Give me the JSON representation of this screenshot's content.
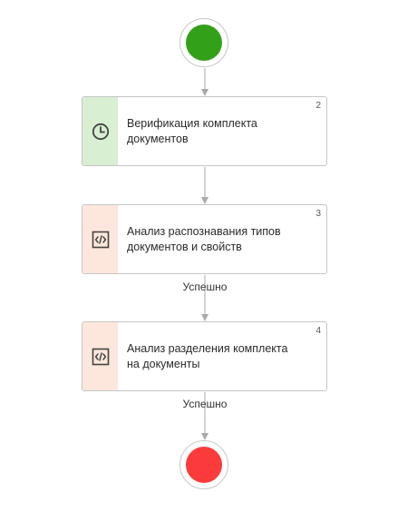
{
  "colors": {
    "start_fill": "#33a01a",
    "end_fill": "#fb3b3b",
    "timer_strip": "#d8efd2",
    "script_strip": "#fde7dc",
    "connector": "#aaaaaa",
    "icon": "#444444"
  },
  "nodes": [
    {
      "type": "start-event",
      "name": "start"
    },
    {
      "type": "timer-task",
      "number": "2",
      "title_lines": [
        "Верификация комплекта",
        "документов"
      ],
      "icon": "clock-icon"
    },
    {
      "type": "script-task",
      "number": "3",
      "title_lines": [
        "Анализ распознавания типов",
        "документов и свойств"
      ],
      "icon": "code-icon"
    },
    {
      "type": "script-task",
      "number": "4",
      "title_lines": [
        "Анализ разделения комплекта",
        "на документы"
      ],
      "icon": "code-icon"
    },
    {
      "type": "end-event",
      "name": "end"
    }
  ],
  "edges": [
    {
      "from": 0,
      "to": 1,
      "label": ""
    },
    {
      "from": 1,
      "to": 2,
      "label": ""
    },
    {
      "from": 2,
      "to": 3,
      "label": "Успешно"
    },
    {
      "from": 3,
      "to": 4,
      "label": "Успешно"
    }
  ]
}
